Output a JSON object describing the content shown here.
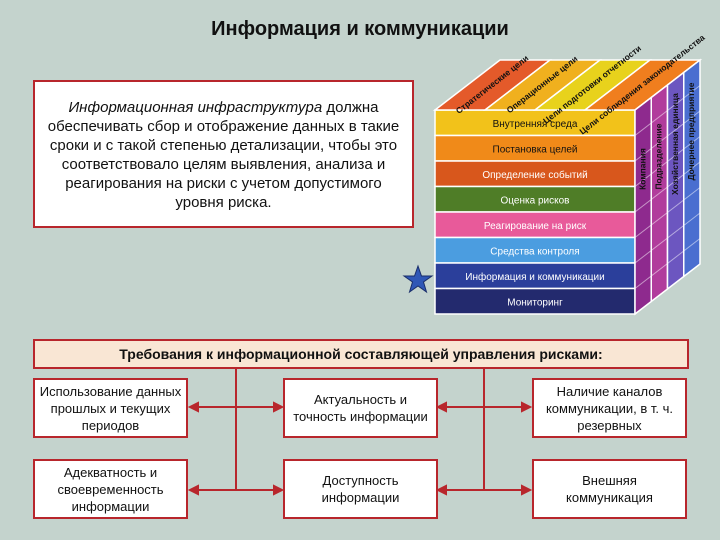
{
  "title": "Информация и коммуникации",
  "info": {
    "italic": "Информационная инфраструктура",
    "text": " должна обеспечивать сбор и отображение данных в такие сроки и с такой степенью детализации, чтобы это соответствовало целям выявления, анализа и реагирования на риски с учетом допустимого уровня риска."
  },
  "cube": {
    "layers": [
      {
        "label": "Внутренняя среда",
        "color": "#f2c21a",
        "side": "#c99a10"
      },
      {
        "label": "Постановка целей",
        "color": "#f08a19",
        "side": "#c56c0e"
      },
      {
        "label": "Определение событий",
        "color": "#d8571c",
        "side": "#a94012"
      },
      {
        "label": "Оценка рисков",
        "color": "#4f7d27",
        "side": "#3b5f1c"
      },
      {
        "label": "Реагирование на риск",
        "color": "#e85a9a",
        "side": "#b84278"
      },
      {
        "label": "Средства контроля",
        "color": "#4b9de0",
        "side": "#347ab4"
      },
      {
        "label": "Информация и коммуникации",
        "color": "#2b3f9b",
        "side": "#1f2e74"
      },
      {
        "label": "Мониторинг",
        "color": "#232a6e",
        "side": "#181d4f"
      }
    ],
    "top_labels": [
      "Стратегические цели",
      "Операционные цели",
      "Цели подготовки отчетности",
      "Цели соблюдения законодательства"
    ],
    "side_labels": [
      "Компания",
      "Подразделение",
      "Хозяйственная единица",
      "Дочернее предприятие"
    ],
    "top_colors": [
      "#e45a2a",
      "#f0b01e",
      "#e8d21c",
      "#f07e1e"
    ],
    "side_colors": [
      "#8e2a8e",
      "#b13c9c",
      "#6c56c0",
      "#4a6ed0"
    ]
  },
  "requirements": {
    "header": "Требования к информационной составляющей управления рисками:",
    "items": [
      "Использование данных прошлых и текущих периодов",
      "Актуальность и точность информации",
      "Наличие каналов коммуникации, в т. ч. резервных",
      "Адекватность и своевременность информации",
      "Доступность информации",
      "Внешняя коммуникация"
    ]
  }
}
